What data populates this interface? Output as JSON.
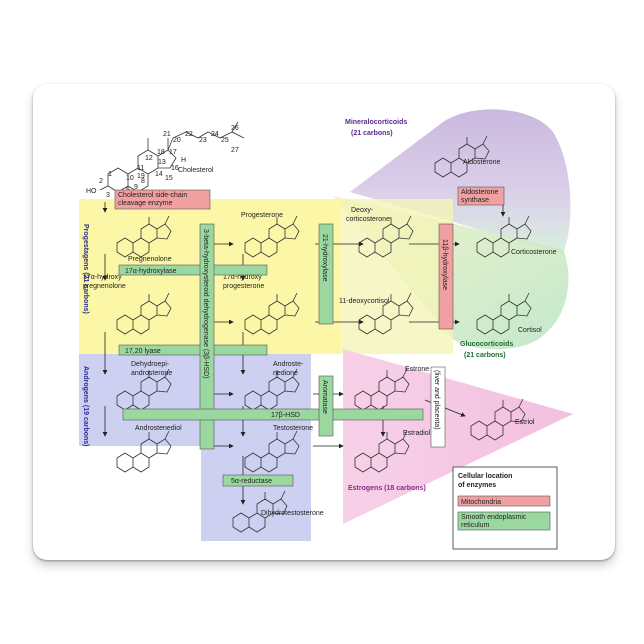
{
  "molecules": [
    {
      "name": "Cholesterol"
    },
    {
      "name": "Pregnenolone"
    },
    {
      "name": "Progesterone"
    },
    {
      "name": "Deoxy-\ncorticosterone"
    },
    {
      "name": "Corticosterone"
    },
    {
      "name": "Aldosterone"
    },
    {
      "name": "17α-hydroxy\npregnenolone"
    },
    {
      "name": "17α-hydroxy\nprogesterone"
    },
    {
      "name": "11-deoxycortisol"
    },
    {
      "name": "Cortisol"
    },
    {
      "name": "Dehydroepi-\nandrosterone"
    },
    {
      "name": "Androste-\nnedione"
    },
    {
      "name": "Estrone"
    },
    {
      "name": "Androstenediol"
    },
    {
      "name": "Testosterone"
    },
    {
      "name": "Estradiol"
    },
    {
      "name": "Estriol"
    },
    {
      "name": "Dihydrotestosterone"
    }
  ],
  "enzymes": {
    "side_chain": "Cholesterol side-chain\ncleavage enzyme",
    "hydroxylase17": "17α-hydroxylase",
    "lyase": "17,20 lyase",
    "hsd3b": "3-beta-hydroxysteroid dehydrogenase (3β-HSD)",
    "hydroxylase21": "21-hydroxylase",
    "hydroxylase11": "11β-hydroxylase",
    "aldo_synthase": "Aldosterone\nsynthase",
    "hsd17b": "17β-HSD",
    "aromatase": "Aromatase",
    "reductase": "5α-reductase",
    "liver_placenta": "(liver and placenta)"
  },
  "groups": {
    "progestagens": "Progestagens (21 carbons)",
    "androgens": "Androgens (19 carbons)",
    "estrogens": "Estrogens (18 carbons)",
    "mineralocorticoids": "Mineralocorticoids\n(21 carbons)",
    "glucocorticoids": "Glucocorticoids\n(21 carbons)"
  },
  "legend": {
    "title": "Cellular location\nof enzymes",
    "mitochondria": "Mitochondria",
    "er": "Smooth endoplasmic\nreticulum"
  },
  "carbon_numbers": [
    "1",
    "2",
    "3",
    "4",
    "5",
    "6",
    "7",
    "8",
    "9",
    "10",
    "11",
    "12",
    "13",
    "14",
    "15",
    "16",
    "17",
    "18",
    "19",
    "20",
    "21",
    "22",
    "23",
    "24",
    "25",
    "26",
    "27"
  ],
  "atoms": {
    "ho": "HO",
    "h": "H",
    "o": "O",
    "oh": "OH"
  },
  "colors": {
    "progestagen_bg": "#fbf7a6",
    "androgen_bg": "#cdd0f1",
    "estrogen_bg": "#f6c9e4",
    "mineralocorticoid_bg": "#c9b7dd",
    "glucocorticoid_bg": "#c8ecd0",
    "mitochondria": "#f0a0a0",
    "er": "#9bd8a0"
  }
}
